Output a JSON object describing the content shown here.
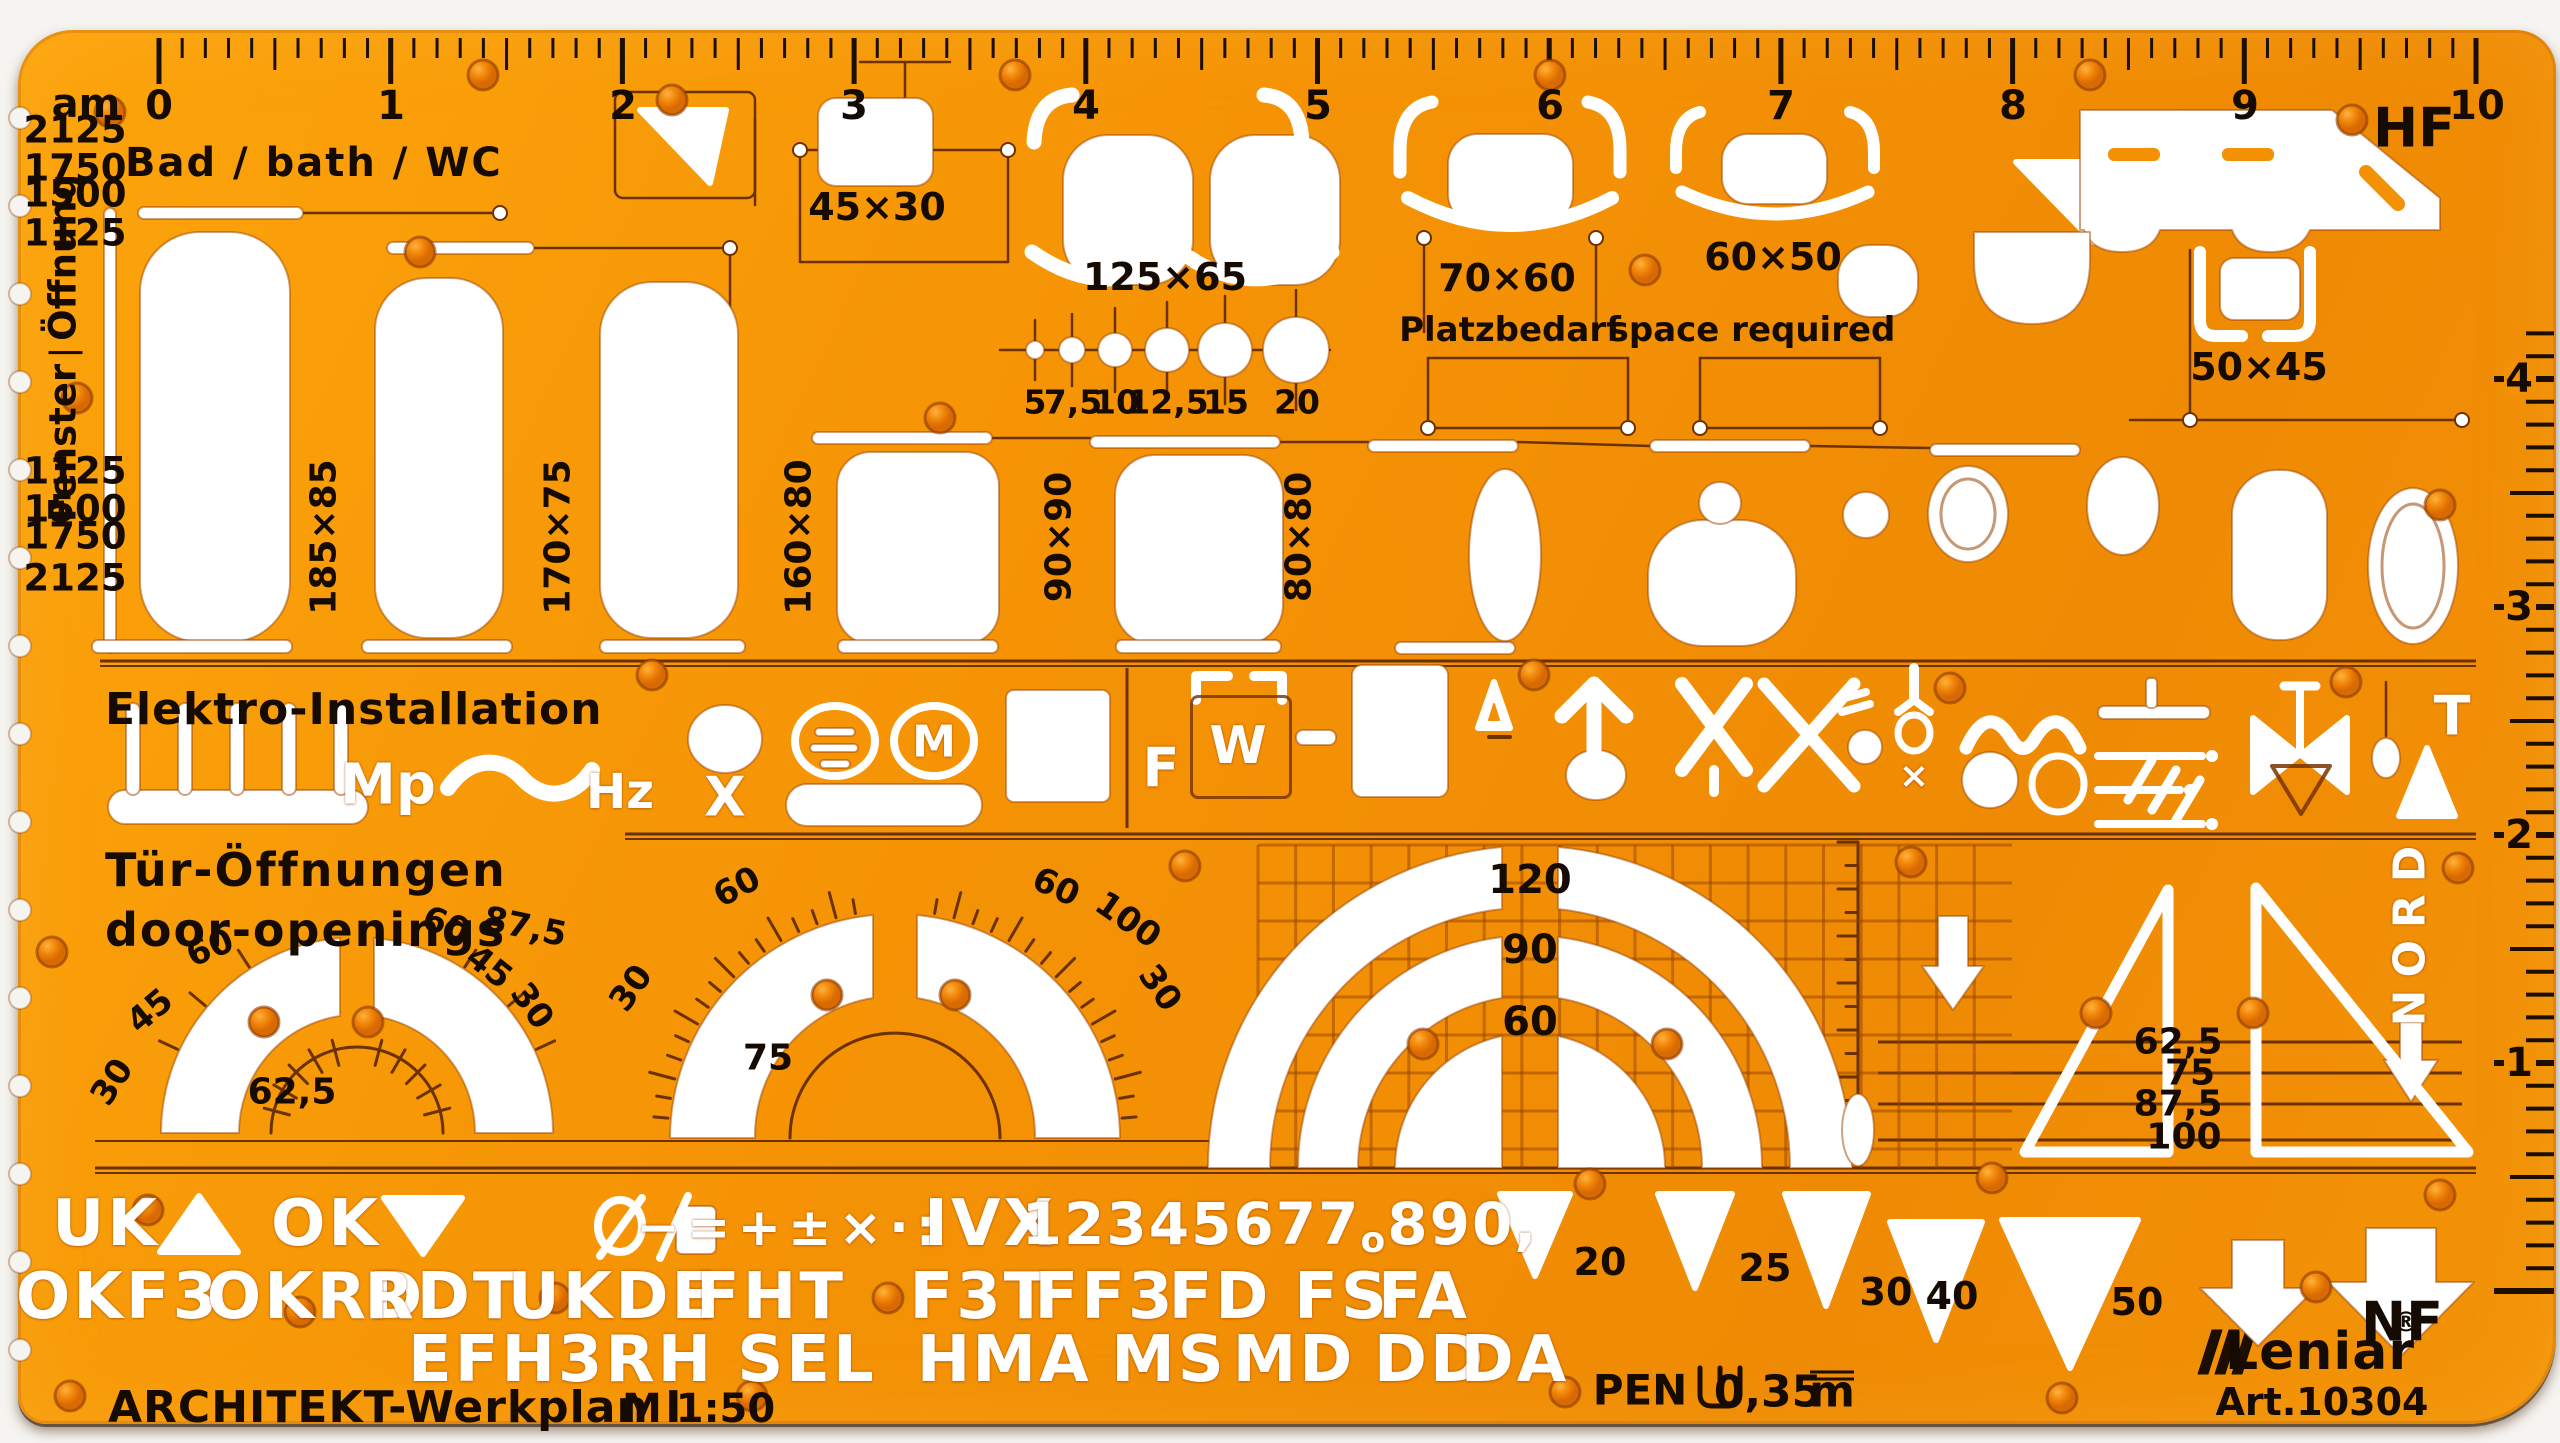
{
  "colors": {
    "body_orange": "#F39305",
    "cutout_white": "#FFFFFF",
    "print_black": "#150B02",
    "rivet_orange": "#EF8206",
    "engrave_brown": "#6B3200"
  },
  "top_ruler": {
    "unit_label": "am",
    "numbers": [
      "0",
      "1",
      "2",
      "3",
      "4",
      "5",
      "6",
      "7",
      "8",
      "9",
      "10"
    ]
  },
  "right_ruler": {
    "top": "HF",
    "bottom": "NF",
    "numbers": [
      "4",
      "3",
      "2",
      "1"
    ]
  },
  "left_scale": {
    "upper": [
      "2125",
      "1750",
      "1500",
      "1125"
    ],
    "label_a": "Fenster",
    "label_b": "Öffnung",
    "lower": [
      "1125",
      "1500",
      "1750",
      "2125"
    ]
  },
  "bath": {
    "heading": "Bad / bath / WC",
    "dim_45": "45×30",
    "dim_125": "125×65",
    "dim_70": "70×60",
    "dim_60": "60×50",
    "dim_50": "50×45",
    "space_de": "Platzbedarf",
    "space_en": "space required",
    "circle_labels": [
      "5",
      "7,5",
      "10",
      "12,5",
      "15",
      "20"
    ],
    "tub_labels": [
      "185×85",
      "170×75",
      "160×80",
      "90×90",
      "80×80"
    ]
  },
  "electro": {
    "heading": "Elektro-Installation",
    "sym_mp": "Mp",
    "sym_hz": "Hz",
    "sym_m": "M",
    "sym_x": "X",
    "sym_f": "F",
    "sym_w": "W",
    "sym_t": "T",
    "sym_small_x": "×"
  },
  "doors": {
    "heading_de": "Tür-Öffnungen",
    "heading_en": "door-openings",
    "arc1_labels_left": [
      "30",
      "45",
      "60"
    ],
    "arc1_inner": "62,5",
    "arc1_labels_right": [
      "60",
      "87,5",
      "45",
      "30"
    ],
    "arc2_labels_left": [
      "30",
      "60"
    ],
    "arc2_inner": "75",
    "arc2_labels_right": [
      "60",
      "100",
      "30"
    ],
    "arc3_labels": [
      "120",
      "90",
      "60"
    ],
    "slope_labels": [
      "62,5",
      "75",
      "87,5",
      "100"
    ],
    "nord": "NORD"
  },
  "letters": {
    "row1_uk": "UK",
    "row1_ok": "OK",
    "row1_ops": "−=+±×·:",
    "row1_roman": "IVX",
    "row1_digits": "12345677",
    "row1_digits_small": "o",
    "row1_digits_end": "890,",
    "row2": [
      "OKF3",
      "OKRD",
      "RDT",
      "UKDE",
      "FHT",
      "F3T",
      "FF3",
      "FD",
      "FS",
      "FA"
    ],
    "row3": [
      "EFH",
      "3RH",
      "SEL",
      "H",
      "MA",
      "MS",
      "MD",
      "DD",
      "DA"
    ],
    "tri_labels": [
      "20",
      "25",
      "30",
      "40",
      "50"
    ]
  },
  "footer": {
    "title": "ARCHITEKT-Werkplan I",
    "scale": "M 1:50",
    "pen": "PEN",
    "pen_size": "0,35",
    "pen_unit": "m",
    "logo": "Leniar",
    "reg": "®",
    "art": "Art.10304"
  }
}
